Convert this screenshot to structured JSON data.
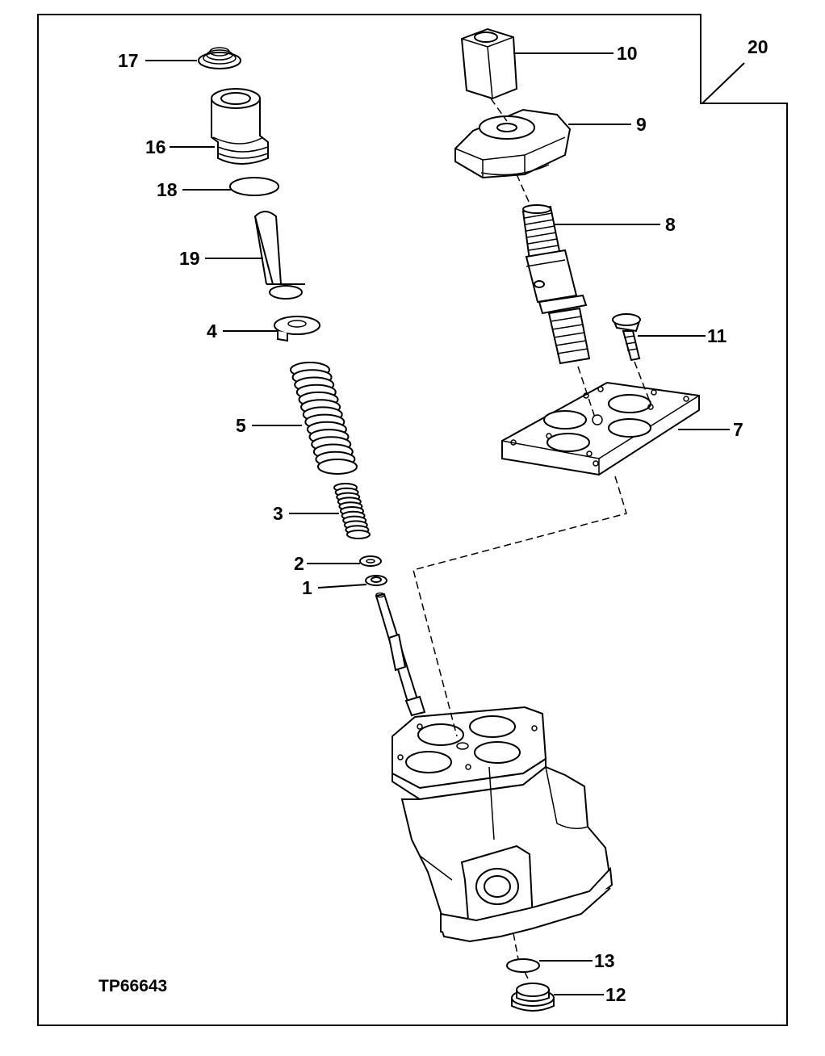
{
  "figure_code": "TP66643",
  "callouts": {
    "c1": "1",
    "c2": "2",
    "c3": "3",
    "c4": "4",
    "c5": "5",
    "c7": "7",
    "c8": "8",
    "c9": "9",
    "c10": "10",
    "c11": "11",
    "c12": "12",
    "c13": "13",
    "c16": "16",
    "c17": "17",
    "c18": "18",
    "c19": "19",
    "c20": "20"
  }
}
